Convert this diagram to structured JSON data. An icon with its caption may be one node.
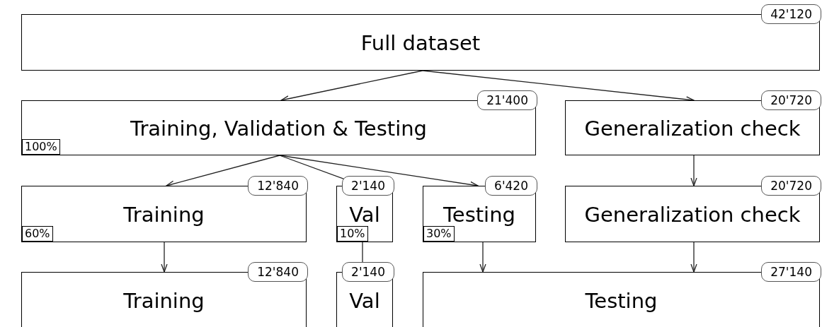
{
  "diagram": {
    "nodes": [
      {
        "text": [
          "Full dataset"
        ],
        "beside": [
          "42'120"
        ]
      },
      {
        "text": [
          "Training, Validation & Testing"
        ],
        "beside": [
          "21'400"
        ]
      },
      {
        "text": [
          "100%"
        ],
        "in": 1
      },
      {
        "text": [
          "Generalization check"
        ],
        "beside": [
          "20'720"
        ]
      },
      {
        "text": [
          "Training"
        ],
        "beside": [
          "12'840"
        ]
      },
      {
        "text": [
          "60%"
        ],
        "in": 4
      },
      {
        "text": [
          "Val"
        ],
        "beside": [
          "2'140"
        ]
      },
      {
        "text": [
          "10%"
        ],
        "in": 6
      },
      {
        "text": [
          "Testing"
        ],
        "beside": [
          "6'420"
        ]
      },
      {
        "text": [
          "30%"
        ],
        "in": 8
      },
      {
        "text": [
          "Generalization check"
        ],
        "beside": [
          "20'720"
        ]
      },
      {
        "text": [
          "Training"
        ],
        "beside": [
          "12'840"
        ]
      },
      {
        "text": [
          "Val"
        ],
        "beside": [
          "2'140"
        ]
      },
      {
        "text": [
          "Testing"
        ],
        "beside": [
          "27'140"
        ]
      }
    ],
    "edges": [
      {
        "from": 0,
        "to": 1,
        "arrow": "to"
      },
      {
        "from": 0,
        "to": 3,
        "arrow": "to"
      },
      {
        "from": 1,
        "to": 4,
        "arrow": "to"
      },
      {
        "from": 1,
        "to": 6,
        "arrow": "to"
      },
      {
        "from": 1,
        "to": 8,
        "arrow": "to"
      },
      {
        "from": 3,
        "to": 10,
        "arrow": "to"
      },
      {
        "from": 4,
        "to": 11,
        "arrow": "to"
      },
      {
        "from": 6,
        "to": 12,
        "arrow": "to"
      },
      {
        "from": 8,
        "to": 13,
        "arrow": "to"
      },
      {
        "from": 10,
        "to": 13,
        "arrow": "to"
      }
    ]
  }
}
